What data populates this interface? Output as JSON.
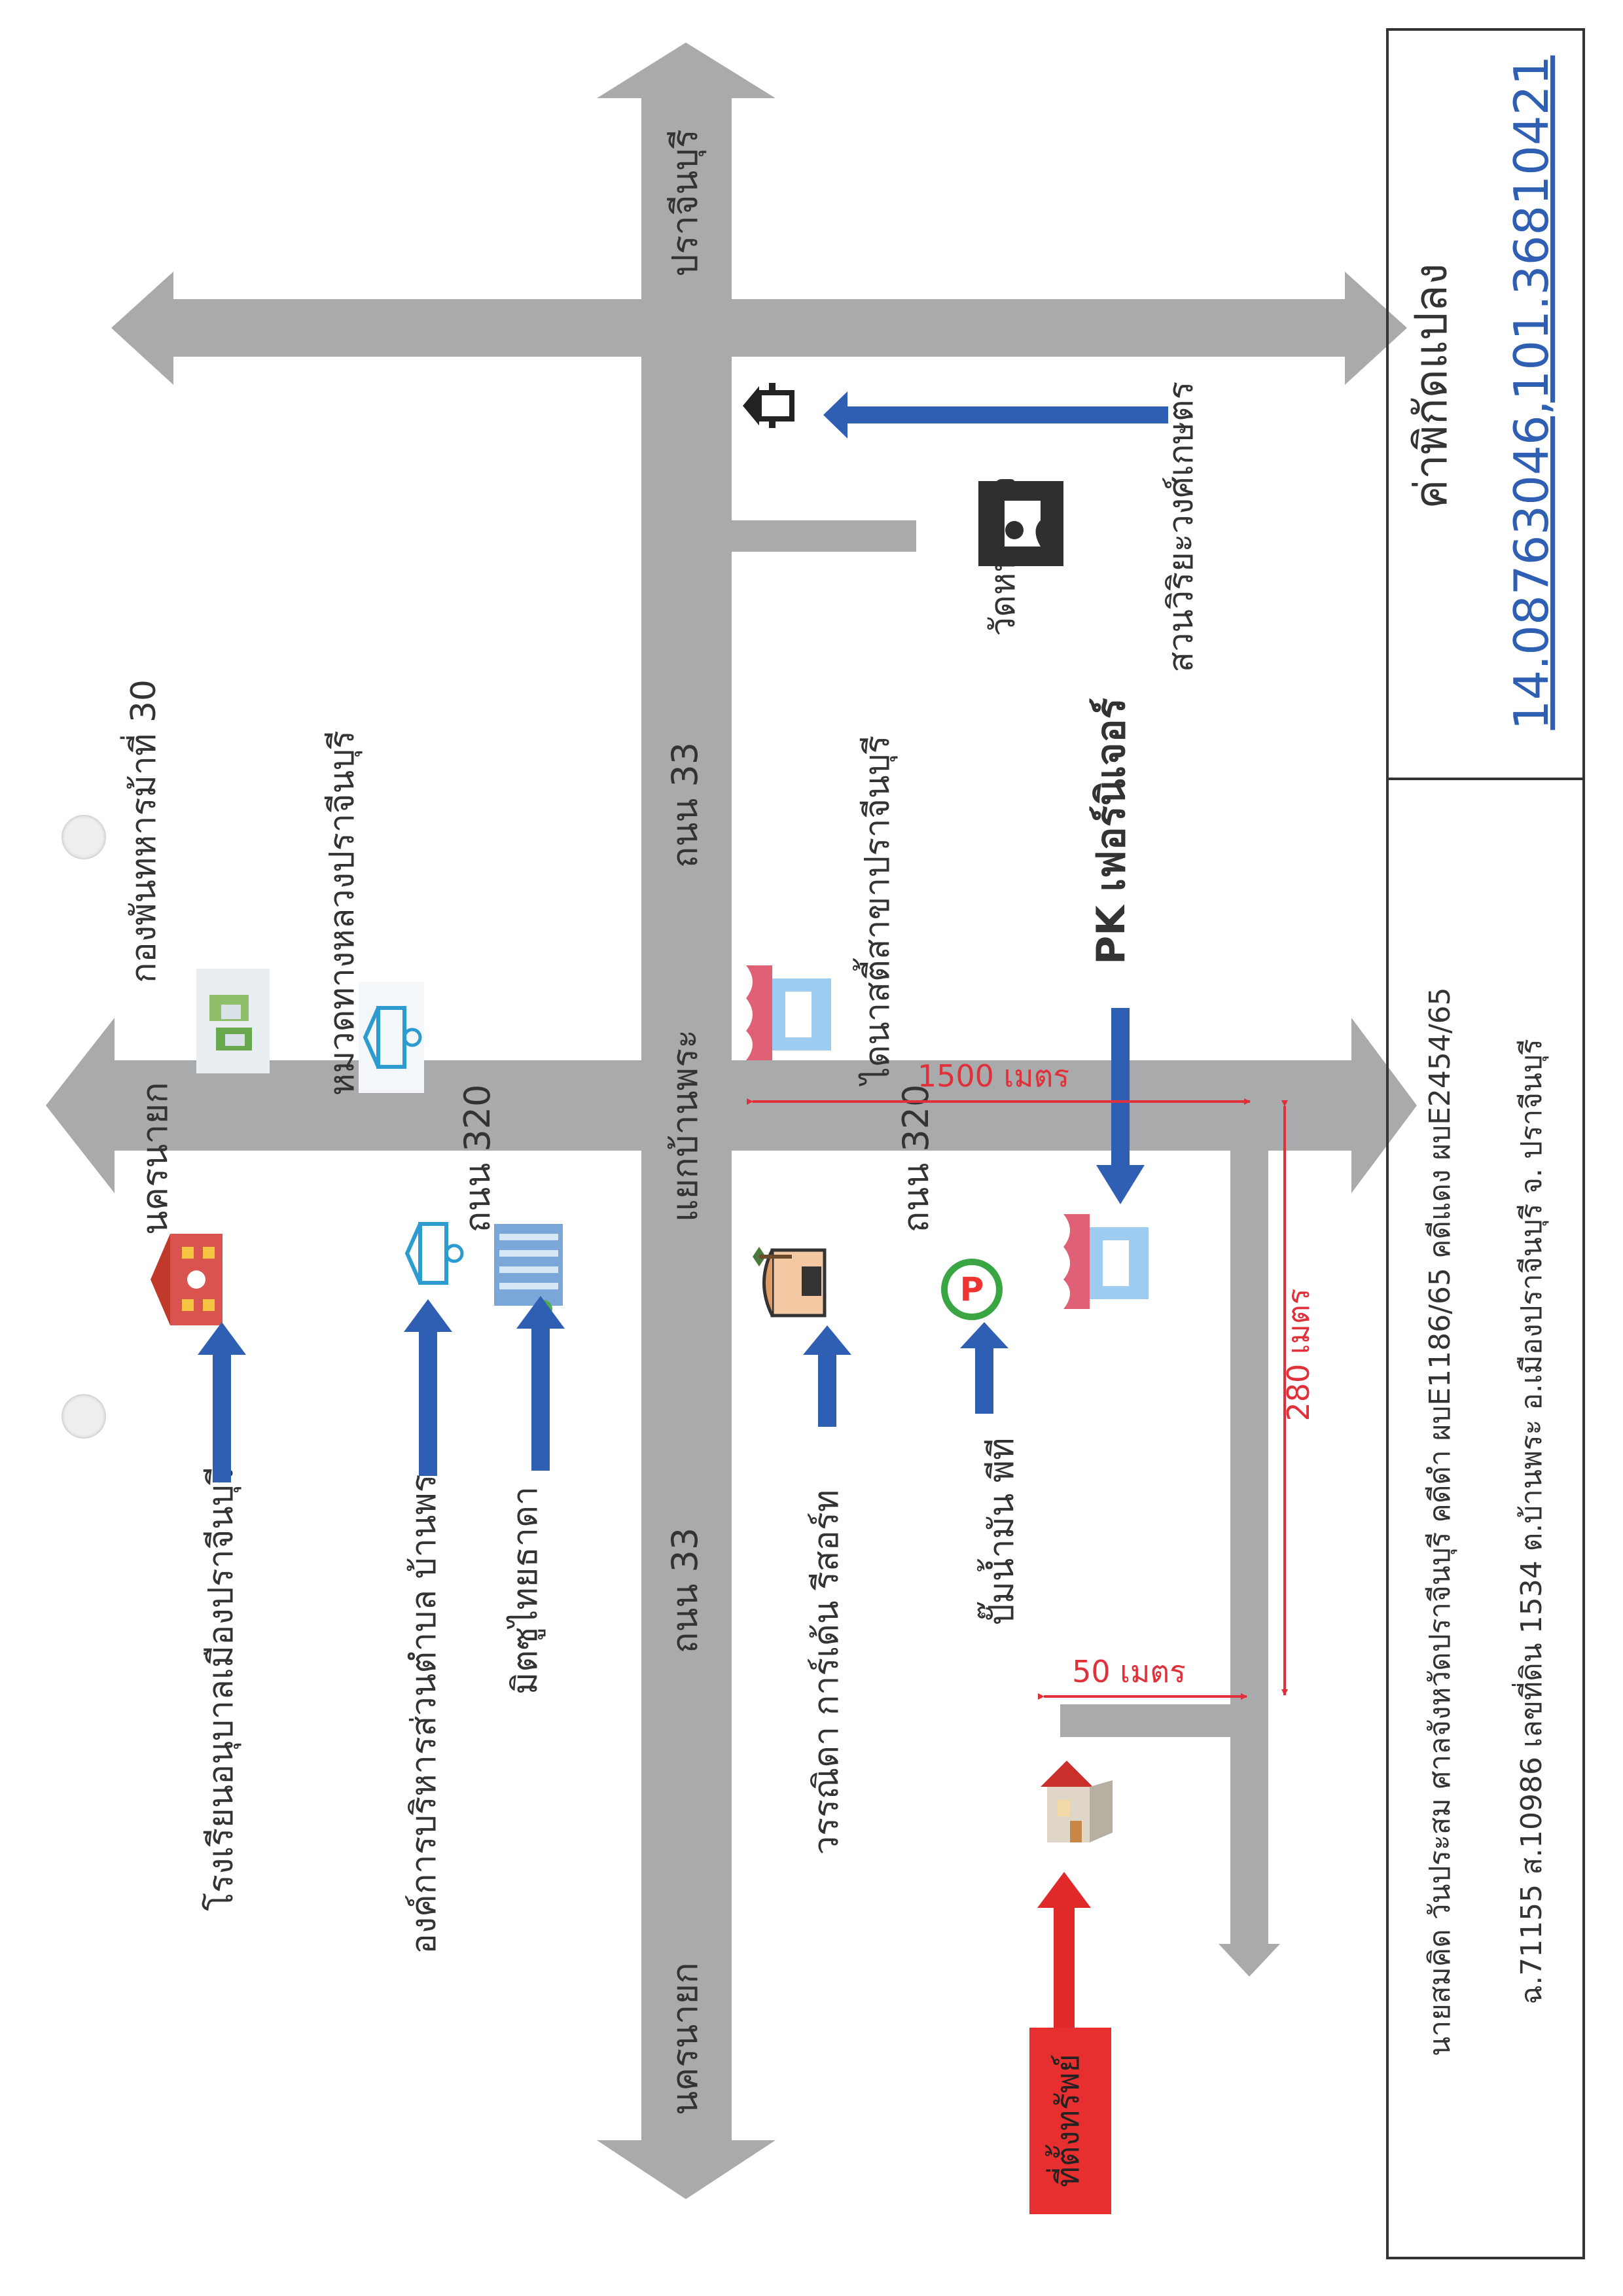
{
  "roads": {
    "nakhon_nayok_top": "นครนายก",
    "road_320_left": "ถนน 320",
    "road_320_right": "ถนน 320",
    "prachinburi_top": "ปราจีนบุรี",
    "road_33_upper": "ถนน 33",
    "road_33_lower": "ถนน 33",
    "intersection": "แยกบ้านพระ",
    "nakhon_nayok_bottom": "นครนายก"
  },
  "landmarks": {
    "cavalry_battalion": "กองพันทหารม้าที่ 30",
    "highway_unit": "หมวดทางหลวงปราจีนบุรี",
    "school": "โรงเรียนอนุบาลเมืองปราจีนบุรี",
    "tambon_admin": "องค์การบริหารส่วนตำบล บ้านพระ",
    "mittraphap": "มิตซูไทยธาดา",
    "dynasty_furniture": "ไดนาสตี้สาขาปราจีนบุรี",
    "wat": "วัดหนองงัว",
    "garden": "สวนวิริยะวงศ์เกษตร",
    "pk_furniture": "PK เฟอร์นิเจอร์",
    "resort": "วรรณิดา การ์เด้น รีสอร์ท",
    "pt_station": "ปั๊มน้ำมัน พีที",
    "property": "ที่ตั้งทรัพย์"
  },
  "distances": {
    "d1500": "1500 เมตร",
    "d280": "280 เมตร",
    "d50": "50 เมตร"
  },
  "coords_box": {
    "heading": "ค่าพิกัดแปลง",
    "value": "14.08763046,101.36810421"
  },
  "footer": {
    "line1": "นายสมคิด วันประสม ศาลจังหวัดปราจีนบุรี คดีดำ ผบE1186/65 คดีแดง ผบE2454/65",
    "line2": "ฉ.71155 ส.10986 เลขที่ดิน 1534 ต.บ้านพระ อ.เมืองปราจีนบุรี จ. ปราจีนบุรี"
  },
  "colors": {
    "road": "#a9aaac",
    "blue_arrow": "#2f5fb3",
    "red_arrow": "#e02a2a",
    "dimension": "#e0303a",
    "text": "#333333"
  }
}
